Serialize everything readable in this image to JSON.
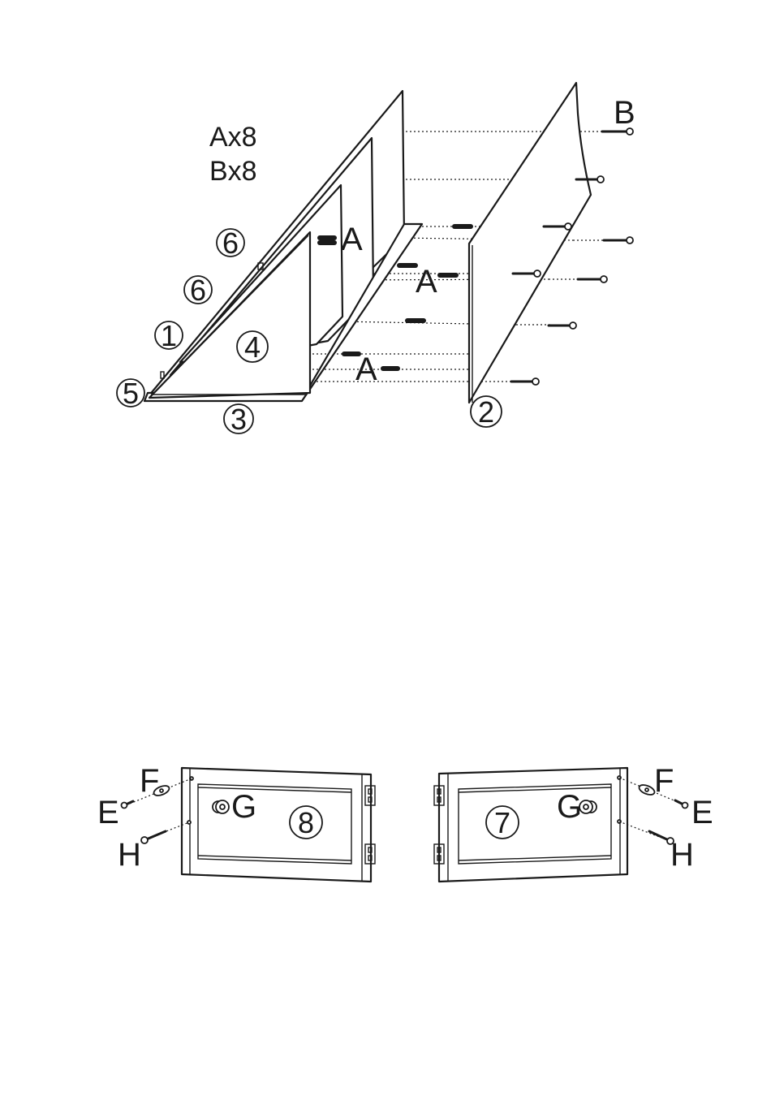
{
  "upper_figure": {
    "quantities": [
      "Ax8",
      "Bx8"
    ],
    "part_numbers": [
      "6",
      "6",
      "1",
      "4",
      "5",
      "3",
      "2"
    ],
    "fastener_labels": [
      "A",
      "A",
      "A",
      "B"
    ]
  },
  "lower_figure": {
    "left_door": {
      "part_number": "8",
      "labels": [
        "F",
        "E",
        "G",
        "H"
      ]
    },
    "right_door": {
      "part_number": "7",
      "labels": [
        "F",
        "G",
        "E",
        "H"
      ]
    }
  }
}
